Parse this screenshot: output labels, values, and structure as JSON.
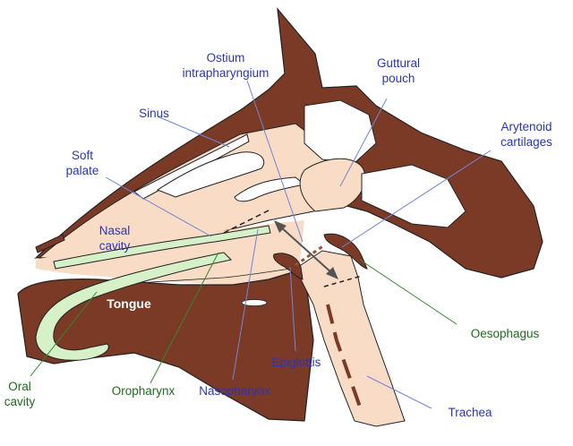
{
  "colors": {
    "tissue": "#7a3a26",
    "flesh": "#f8dcc6",
    "bone": "#ffffff",
    "mucosa": "#d6f0c8",
    "outline": "#222222",
    "label_blue": "#2a36b8",
    "label_green": "#1f6b1f",
    "leader_blue": "#6f86d8",
    "leader_green": "#2e8b2e"
  },
  "labels": {
    "ostium_line1": "Ostium",
    "ostium_line2": "intrapharyngium",
    "guttural_line1": "Guttural",
    "guttural_line2": "pouch",
    "sinus": "Sinus",
    "arytenoid_line1": "Arytenoid",
    "arytenoid_line2": "cartilages",
    "soft_palate_line1": "Soft",
    "soft_palate_line2": "palate",
    "nasal_line1": "Nasal",
    "nasal_line2": "cavity",
    "tongue": "Tongue",
    "oesophagus": "Oesophagus",
    "epiglottis": "Epiglottis",
    "oral_line1": "Oral",
    "oral_line2": "cavity",
    "oropharynx": "Oropharynx",
    "nasopharynx": "Nasopharynx",
    "trachea": "Trachea"
  }
}
